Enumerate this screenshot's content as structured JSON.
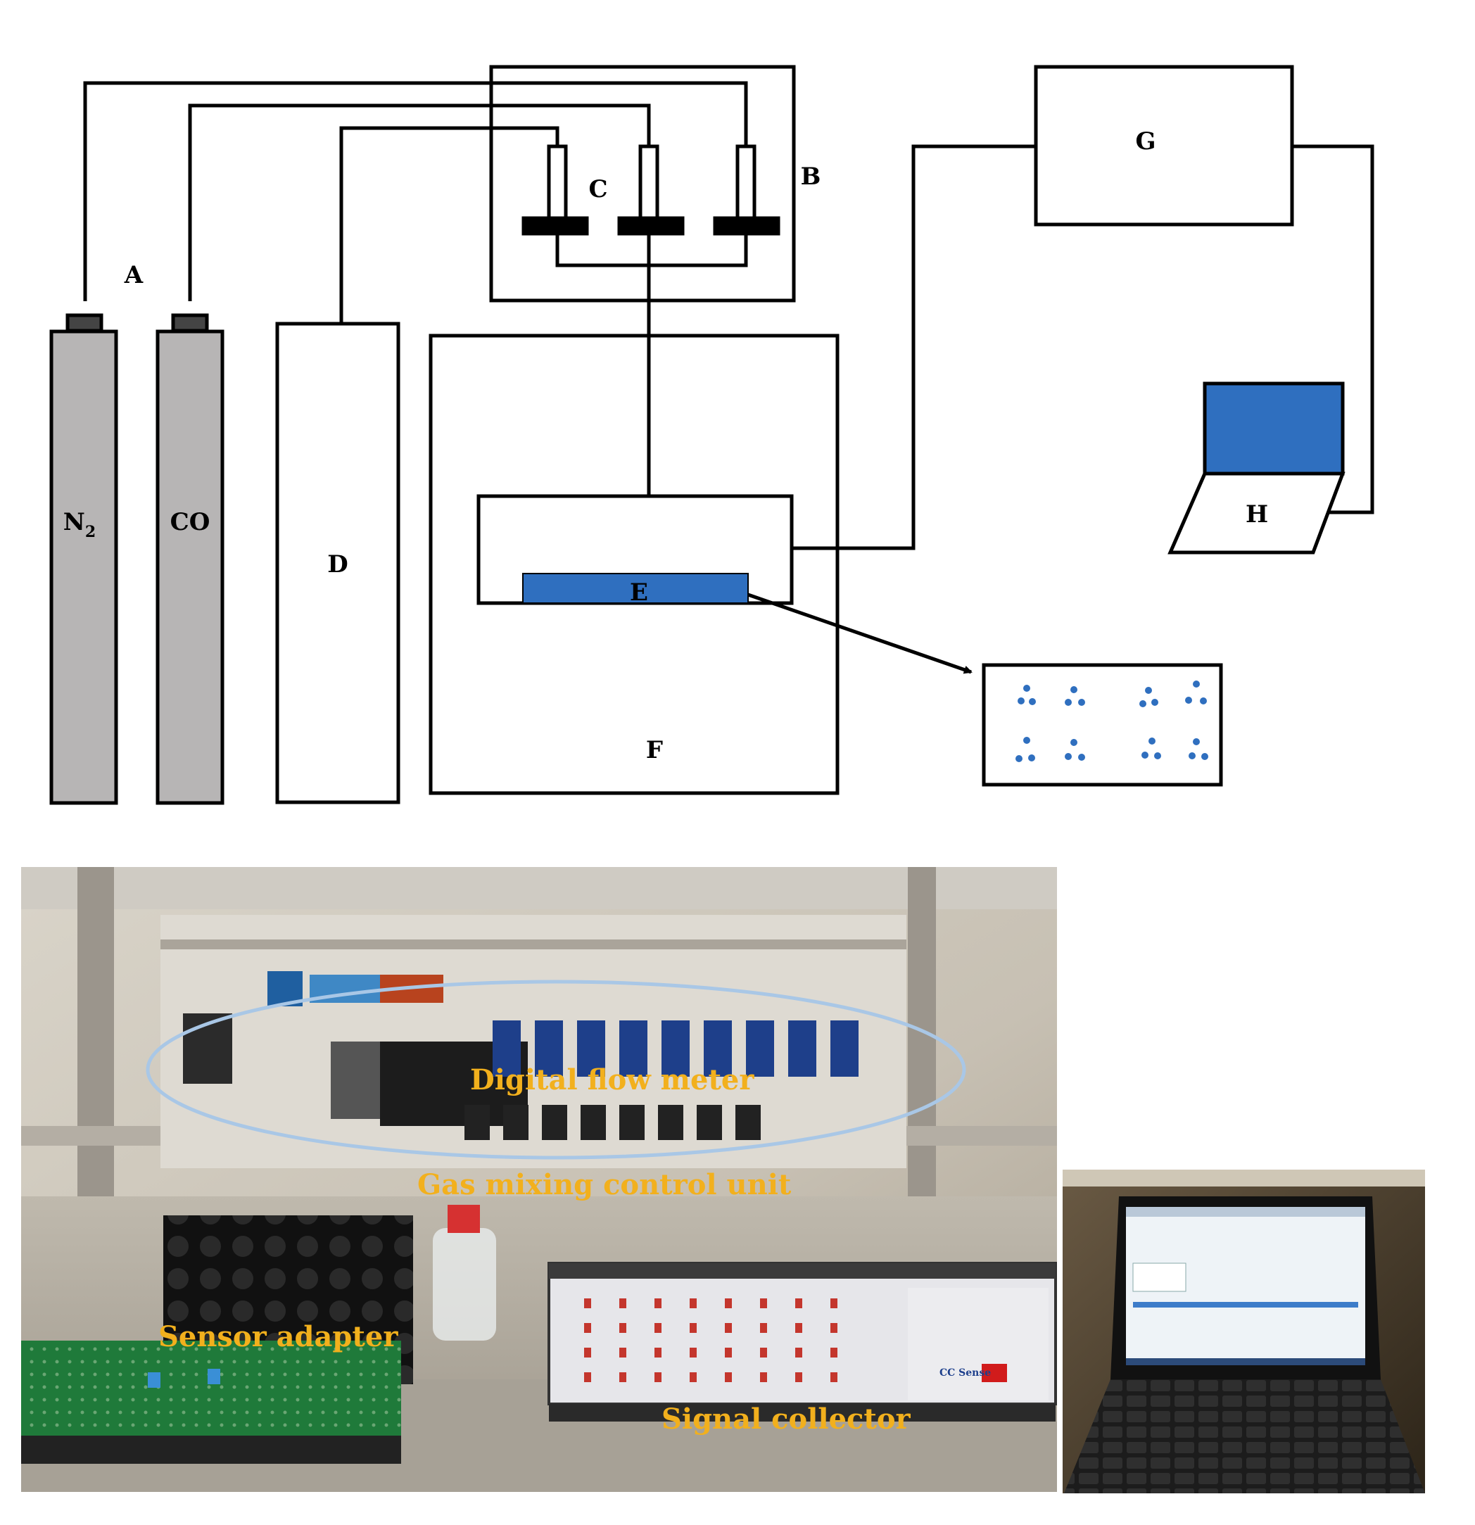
{
  "schematic": {
    "label_a": "A",
    "label_b": "B",
    "label_c": "C",
    "label_d": "D",
    "label_e": "E",
    "label_f": "F",
    "label_g": "G",
    "label_h": "H",
    "cylinder_n2_main": "N",
    "cylinder_n2_sub": "2",
    "cylinder_co": "CO"
  },
  "photo": {
    "caption_flow_meter": "Digital flow meter",
    "caption_gas_mixing": "Gas mixing control unit",
    "caption_sensor_adapter": "Sensor adapter",
    "caption_signal_collector": "Signal collector",
    "collector_brand": "CC Sense"
  },
  "colors": {
    "line": "#000000",
    "cylinder_fill": "#b7b5b5",
    "blue": "#2f6fbf",
    "caption": "#f2b01d"
  }
}
